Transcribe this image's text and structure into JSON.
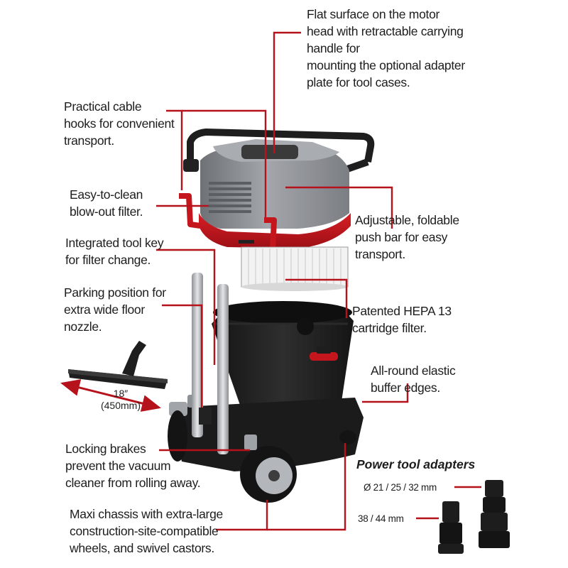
{
  "labels": {
    "flat_surface": [
      "Flat surface on the motor",
      "head with retractable carrying",
      "handle for",
      "mounting the optional adapter",
      "plate for tool cases."
    ],
    "cable_hooks": [
      "Practical cable",
      "hooks for convenient",
      "transport."
    ],
    "blowout_filter": [
      "Easy-to-clean",
      "blow-out filter."
    ],
    "tool_key": [
      "Integrated tool key",
      "for filter change."
    ],
    "parking": [
      "Parking position for",
      "extra wide floor",
      "nozzle."
    ],
    "push_bar": [
      "Adjustable, foldable",
      "push bar for easy",
      "transport."
    ],
    "hepa": [
      "Patented HEPA 13",
      "cartridge filter."
    ],
    "buffer": [
      "All-round elastic",
      "buffer edges."
    ],
    "brakes": [
      "Locking brakes",
      "prevent the vacuum",
      "cleaner from rolling away."
    ],
    "chassis": [
      "Maxi chassis with extra-large",
      "construction-site-compatible",
      "wheels, and swivel castors."
    ]
  },
  "nozzle_width": [
    "18″",
    "(450mm)"
  ],
  "adapters": {
    "heading": "Power tool adapters",
    "large": "Ø 21 / 25 / 32 mm",
    "small": "38 / 44 mm"
  },
  "colors": {
    "leader": "#b5121b",
    "body_red": "#c4161c",
    "motor_gray": "#8e9196",
    "container_black": "#1c1c1c"
  }
}
